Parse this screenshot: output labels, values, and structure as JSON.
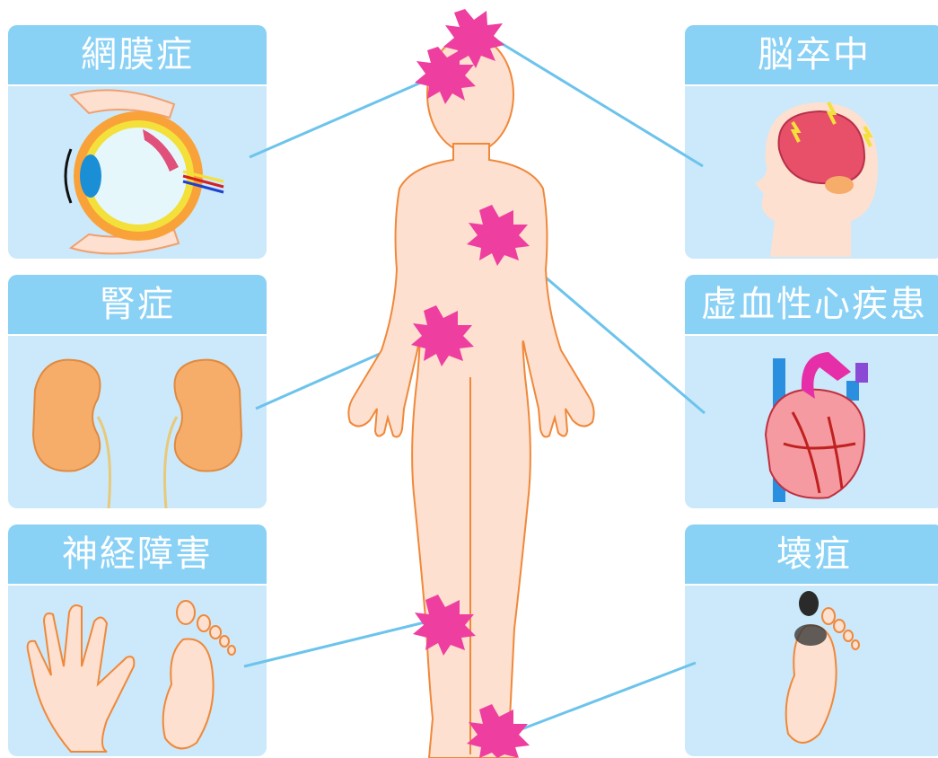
{
  "cards": {
    "retinopathy": {
      "label": "網膜症"
    },
    "stroke": {
      "label": "脳卒中"
    },
    "nephropathy": {
      "label": "腎症"
    },
    "heart_disease": {
      "label": "虚血性心疾患"
    },
    "neuropathy": {
      "label": "神経障害"
    },
    "gangrene": {
      "label": "壊疽"
    }
  },
  "colors": {
    "card_header": "#8ad1f6",
    "card_body": "#cbe9fa",
    "skin": "#fde0cf",
    "outline": "#f0883a",
    "burst": "#ee3fa0",
    "connector": "#6cc3ec"
  }
}
